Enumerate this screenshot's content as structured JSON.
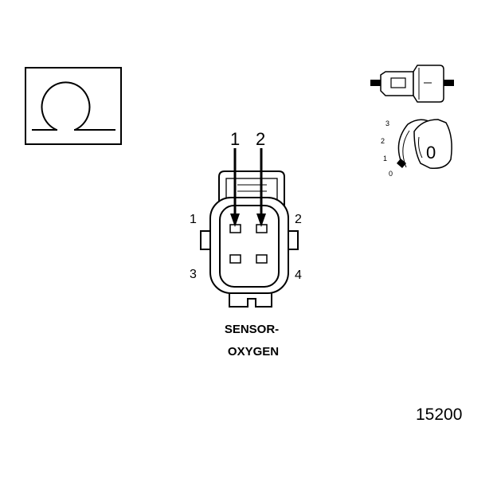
{
  "ohm_symbol": "Ω",
  "pin_numbers": {
    "p1": "1",
    "p2": "2",
    "p3": "3",
    "p4": "4"
  },
  "probe_labels": {
    "probe1": "1",
    "probe2": "2"
  },
  "dial_labels": {
    "d3": "3",
    "d2": "2",
    "d1": "1",
    "d0": "0",
    "knob": "0"
  },
  "component_label": {
    "line1": "SENSOR-",
    "line2": "OXYGEN"
  },
  "figure_number": "15200"
}
